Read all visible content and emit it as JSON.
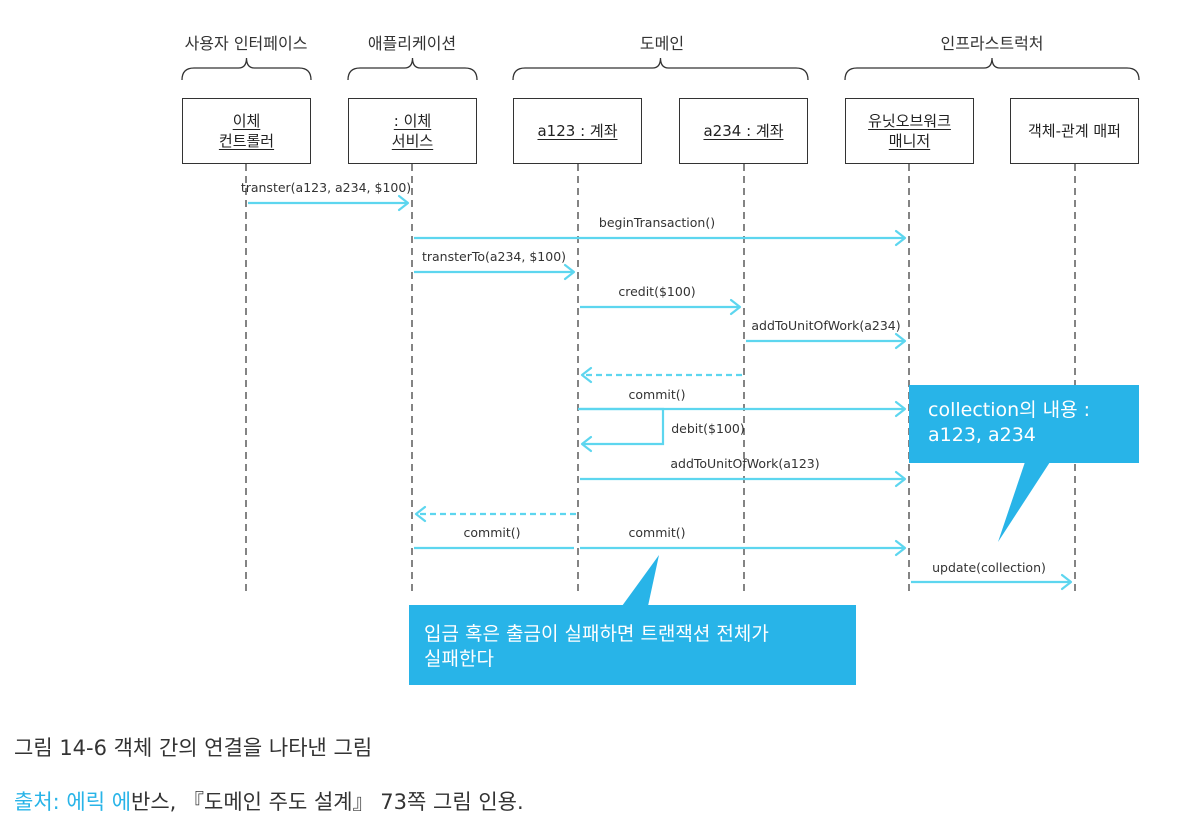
{
  "colors": {
    "arrow": "#5dd6ef",
    "callout": "#28b4e8",
    "line": "#333333"
  },
  "layers": [
    {
      "title": "사용자 인터페이스"
    },
    {
      "title": "애플리케이션"
    },
    {
      "title": "도메인"
    },
    {
      "title": "인프라스트럭처"
    }
  ],
  "lifelines": [
    {
      "lines": [
        "이체",
        "컨트롤러"
      ],
      "underline": true
    },
    {
      "lines": [
        ": 이체",
        "서비스"
      ],
      "underline": true
    },
    {
      "lines": [
        "a123 : 계좌"
      ],
      "underline": true
    },
    {
      "lines": [
        "a234 : 계좌"
      ],
      "underline": true
    },
    {
      "lines": [
        "유닛오브워크",
        "매니저"
      ],
      "underline": true
    },
    {
      "lines": [
        "객체-관계 매퍼"
      ],
      "underline": false
    }
  ],
  "messages": [
    {
      "label": "transter(a123, a234, $100)",
      "from": 0,
      "to": 1,
      "style": "solid"
    },
    {
      "label": "beginTransaction()",
      "from": 1,
      "to": 4,
      "style": "solid"
    },
    {
      "label": "transterTo(a234, $100)",
      "from": 1,
      "to": 2,
      "style": "solid"
    },
    {
      "label": "credit($100)",
      "from": 2,
      "to": 3,
      "style": "solid"
    },
    {
      "label": "addToUnitOfWork(a234)",
      "from": 3,
      "to": 4,
      "style": "solid"
    },
    {
      "label": "",
      "from": 3,
      "to": 2,
      "style": "dashed"
    },
    {
      "label": "commit()",
      "from": 2,
      "to": 4,
      "style": "solid"
    },
    {
      "label": "debit($100)",
      "from": 2,
      "to": 2,
      "style": "self"
    },
    {
      "label": "addToUnitOfWork(a123)",
      "from": 2,
      "to": 4,
      "style": "solid"
    },
    {
      "label": "",
      "from": 2,
      "to": 1,
      "style": "dashed"
    },
    {
      "label": "commit()",
      "from": 1,
      "to": 2,
      "style": "plain"
    },
    {
      "label": "commit()",
      "from": 2,
      "to": 4,
      "style": "solid"
    },
    {
      "label": "update(collection)",
      "from": 4,
      "to": 5,
      "style": "solid"
    }
  ],
  "callouts": {
    "collection": {
      "lines": [
        "collection의 내용 :",
        "a123, a234"
      ]
    },
    "failure": {
      "lines": [
        "입금 혹은 출금이 실패하면 트랜잭션 전체가",
        "실패한다"
      ]
    }
  },
  "caption": {
    "figure": "그림 14-6 객체 간의 연결을 나타낸 그림",
    "source_prefix": "출처: 에릭 에",
    "source_rest": "반스, 『도메인 주도 설계』 73쪽 그림 인용."
  }
}
